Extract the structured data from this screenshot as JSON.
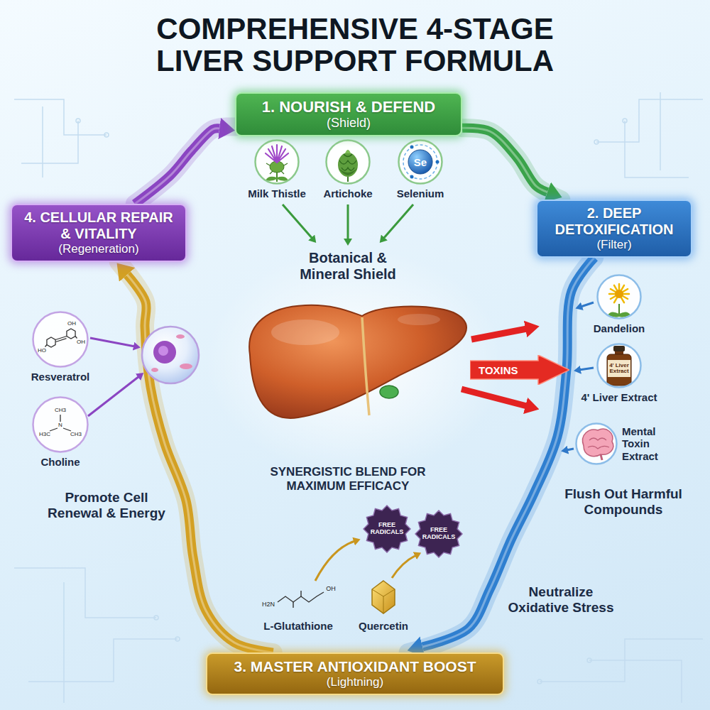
{
  "diagram": {
    "title": "COMPREHENSIVE 4-STAGE LIVER SUPPORT FORMULA",
    "nodes": [
      {
        "text": [
          "1. NOURISH & DEFEND",
          "(Shield)"
        ]
      },
      {
        "text": [
          "Milk Thistle"
        ]
      },
      {
        "text": [
          "Artichoke"
        ]
      },
      {
        "text": [
          "Se",
          "Selenium"
        ]
      },
      {
        "text": [
          "4. CELLULAR REPAIR & VITALITY",
          "(Regeneration)"
        ]
      },
      {
        "text": [
          "2. DEEP DETOXIFICATION",
          "(Filter)"
        ]
      },
      {
        "text": [
          "Dandelion"
        ]
      },
      {
        "text": [
          "Resveratrol"
        ]
      },
      {
        "text": [
          "TOXINS"
        ]
      },
      {
        "text": [
          "4' Liver Extract",
          "4' Liver Extract"
        ]
      },
      {
        "text": [
          "Choline"
        ]
      },
      {
        "text": [
          "Mental Toxin Extract"
        ]
      },
      {
        "text": [
          "FREE RADICALS"
        ]
      },
      {
        "text": [
          "FREE RADICALS"
        ]
      },
      {
        "text": [
          "3. MASTER ANTIOXIDANT BOOST",
          "(Lightning)"
        ]
      }
    ],
    "edges": [
      {
        "from": 0,
        "to": 5,
        "arrow": "to"
      },
      {
        "from": 5,
        "to": 14,
        "arrow": "to"
      },
      {
        "from": 14,
        "to": 4,
        "arrow": "to"
      },
      {
        "from": 4,
        "to": 0,
        "arrow": "to"
      }
    ],
    "labels": [
      "Botanical & Mineral Shield",
      "OH",
      "HO",
      "OH",
      "CH3",
      "H3C",
      "N",
      "CH3",
      "SYNERGISTIC BLEND FOR MAXIMUM EFFICACY",
      "Promote Cell Renewal & Energy",
      "Flush Out Harmful Compounds",
      "Neutralize Oxidative Stress",
      "H2N",
      "OH",
      "L-Glutathione",
      "Quercetin"
    ]
  }
}
